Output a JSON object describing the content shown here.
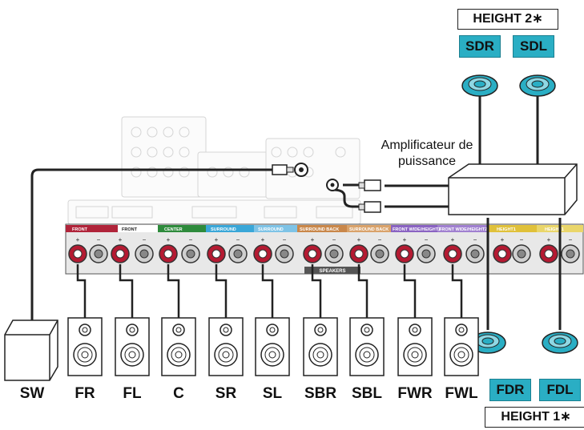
{
  "amplifier_label": "Amplificateur de puissance",
  "height2": {
    "title": "HEIGHT 2",
    "star": "∗",
    "speakers": [
      "SDR",
      "SDL"
    ]
  },
  "height1": {
    "title": "HEIGHT 1",
    "star": "∗",
    "speakers": [
      "FDR",
      "FDL"
    ]
  },
  "floor_speakers": [
    "SW",
    "FR",
    "FL",
    "C",
    "SR",
    "SL",
    "SBR",
    "SBL",
    "FWR",
    "FWL"
  ],
  "terminal_labels": [
    "FRONT",
    "FRONT",
    "CENTER",
    "SURROUND",
    "SURROUND",
    "SURROUND BACK",
    "SURROUND BACK",
    "FRONT WIDE/HEIGHT2",
    "FRONT WIDE/HEIGHT2",
    "HEIGHT1",
    "HEIGHT1"
  ],
  "speakers_caption": "SPEAKERS",
  "colors": {
    "ceiling": "#2aaec4",
    "front": "#b0243a",
    "center": "#2e8b3c",
    "surround": "#3aa7d8",
    "sback": "#c9874a",
    "fwide": "#8a63c2",
    "height": "#e0c13a"
  }
}
